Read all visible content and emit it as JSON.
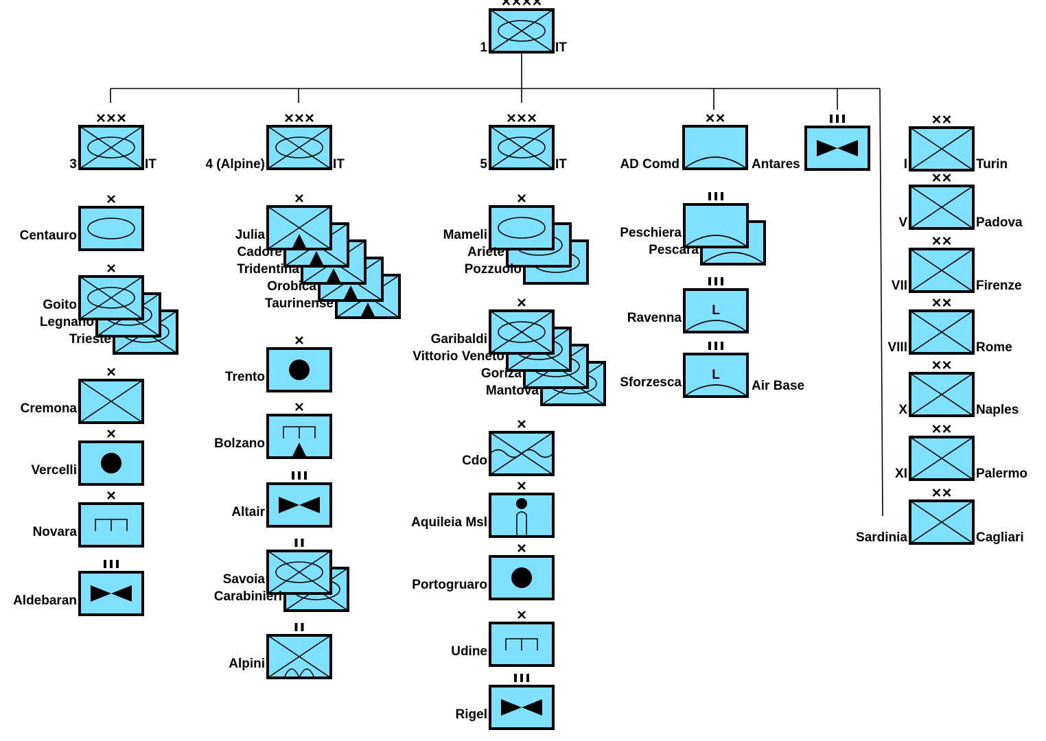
{
  "hq": {
    "designation": "1",
    "nation": "IT",
    "echelon": "XXXX",
    "symbol": "armored-infantry"
  },
  "corps": [
    {
      "designation": "3",
      "nation": "IT",
      "echelon": "XXX",
      "symbol": "armored-infantry",
      "units": [
        {
          "names": [
            "Centauro"
          ],
          "echelon": "X",
          "symbol": "armor"
        },
        {
          "names": [
            "Goito",
            "Legnano",
            "Trieste"
          ],
          "echelon": "X",
          "symbol": "armored-infantry"
        },
        {
          "names": [
            "Cremona"
          ],
          "echelon": "X",
          "symbol": "infantry"
        },
        {
          "names": [
            "Vercelli"
          ],
          "echelon": "X",
          "symbol": "artillery"
        },
        {
          "names": [
            "Novara"
          ],
          "echelon": "X",
          "symbol": "engineer"
        },
        {
          "names": [
            "Aldebaran"
          ],
          "echelon": "III",
          "symbol": "signal"
        }
      ]
    },
    {
      "designation": "4 (Alpine)",
      "nation": "IT",
      "echelon": "XXX",
      "symbol": "armored-infantry",
      "units": [
        {
          "names": [
            "Julia",
            "Cadore",
            "Tridentina",
            "Orobica",
            "Taurinense"
          ],
          "echelon": "X",
          "symbol": "mountain-infantry"
        },
        {
          "names": [
            "Trento"
          ],
          "echelon": "X",
          "symbol": "artillery"
        },
        {
          "names": [
            "Bolzano"
          ],
          "echelon": "X",
          "symbol": "mountain-engineer"
        },
        {
          "names": [
            "Altair"
          ],
          "echelon": "III",
          "symbol": "signal"
        },
        {
          "names": [
            "Savoia",
            "Carabinieri"
          ],
          "echelon": "II",
          "symbol": "armored-infantry"
        },
        {
          "names": [
            "Alpini"
          ],
          "echelon": "II",
          "symbol": "infantry-ski"
        }
      ]
    },
    {
      "designation": "5",
      "nation": "IT",
      "echelon": "XXX",
      "symbol": "armored-infantry",
      "units": [
        {
          "names": [
            "Mameli",
            "Ariete",
            "Pozzuolo"
          ],
          "echelon": "X",
          "symbol": "armor"
        },
        {
          "names": [
            "Garibaldi",
            "Vittorio Veneto",
            "Goriza",
            "Mantova"
          ],
          "echelon": "X",
          "symbol": "armored-infantry"
        },
        {
          "names": [
            "Cdo"
          ],
          "echelon": "X",
          "symbol": "amphibious"
        },
        {
          "names": [
            "Aquileia Msl"
          ],
          "echelon": "X",
          "symbol": "missile"
        },
        {
          "names": [
            "Portogruaro"
          ],
          "echelon": "X",
          "symbol": "artillery"
        },
        {
          "names": [
            "Udine"
          ],
          "echelon": "X",
          "symbol": "engineer"
        },
        {
          "names": [
            "Rigel"
          ],
          "echelon": "III",
          "symbol": "signal"
        }
      ]
    }
  ],
  "air_defense": {
    "label_left": "AD Comd",
    "label_right": "Antares",
    "echelon": "XX",
    "symbol": "air-defense",
    "units": [
      {
        "names": [
          "Peschiera",
          "Pescara"
        ],
        "echelon": "III",
        "symbol": "air-defense"
      },
      {
        "names": [
          "Ravenna"
        ],
        "echelon": "III",
        "symbol": "air-defense-missile",
        "inner_text": "L"
      },
      {
        "names": [
          "Sforzesca"
        ],
        "echelon": "III",
        "symbol": "air-defense-missile",
        "inner_text": "L",
        "right_label": "Air Base"
      }
    ]
  },
  "signal_regiment": {
    "echelon": "III",
    "symbol": "signal"
  },
  "territorial": [
    {
      "left": "I",
      "right": "Turin",
      "echelon": "XX",
      "symbol": "infantry"
    },
    {
      "left": "V",
      "right": "Padova",
      "echelon": "XX",
      "symbol": "infantry"
    },
    {
      "left": "VII",
      "right": "Firenze",
      "echelon": "XX",
      "symbol": "infantry"
    },
    {
      "left": "VIII",
      "right": "Rome",
      "echelon": "XX",
      "symbol": "infantry"
    },
    {
      "left": "X",
      "right": "Naples",
      "echelon": "XX",
      "symbol": "infantry"
    },
    {
      "left": "XI",
      "right": "Palermo",
      "echelon": "XX",
      "symbol": "infantry"
    },
    {
      "left": "Sardinia",
      "right": "Cagliari",
      "echelon": "XX",
      "symbol": "infantry"
    }
  ],
  "colors": {
    "unit_fill": "#80e0ff",
    "line": "#000000"
  }
}
